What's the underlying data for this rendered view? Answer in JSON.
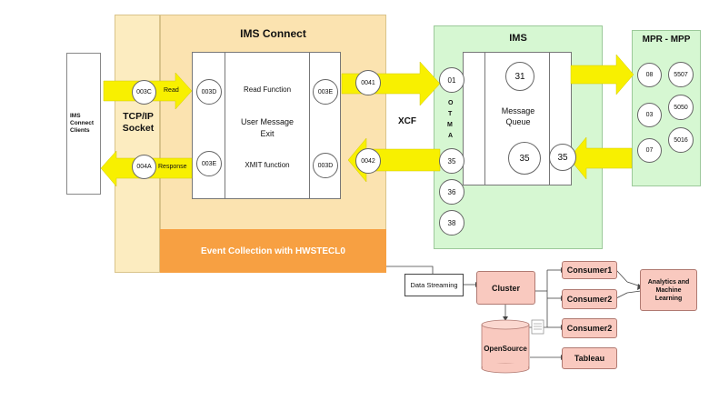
{
  "clients": {
    "label": "IMS Connect Clients"
  },
  "tcpip": {
    "label": "TCP/IP Socket"
  },
  "ims_connect": {
    "title": "IMS Connect",
    "read_function": "Read Function",
    "user_message_exit": "User Message Exit",
    "xmit_function": "XMIT function",
    "event_collection": "Event Collection with HWSTECL0"
  },
  "ports": {
    "p003C": "003C",
    "p004A": "004A",
    "p003D_left": "003D",
    "p003E_left": "003E",
    "p003E_right": "003E",
    "p003D_right": "003D",
    "p0041": "0041",
    "p0042": "0042"
  },
  "arrow_labels": {
    "read": "Read",
    "response": "Response"
  },
  "xcf": {
    "label": "XCF"
  },
  "ims": {
    "title": "IMS",
    "otma": [
      "O",
      "T",
      "M",
      "A"
    ],
    "otma_ports": [
      "01",
      "35",
      "36",
      "38"
    ],
    "message_queue": "Message Queue",
    "mq_top": "31",
    "mq_bottom_left": "35",
    "mq_bottom_right": "35"
  },
  "mpr": {
    "title": "MPR - MPP",
    "left": [
      "08",
      "03",
      "07"
    ],
    "right": [
      "5507",
      "5050",
      "5016"
    ]
  },
  "pipeline": {
    "data_streaming": "Data Streaming",
    "cluster": "Cluster",
    "opensource": "OpenSource",
    "consumers": [
      "Consumer1",
      "Consumer2",
      "Consumer2"
    ],
    "tableau": "Tableau",
    "analytics": "Analytics and Machine Learning"
  },
  "colors": {
    "ims_connect_bg": "#fbe3b0",
    "tcpip_bg": "#fcecc0",
    "event_bar": "#f7a042",
    "ims_bg": "#d6f7d2",
    "arrow_yellow": "#f8f000",
    "node_pink": "#f9c9bf"
  }
}
